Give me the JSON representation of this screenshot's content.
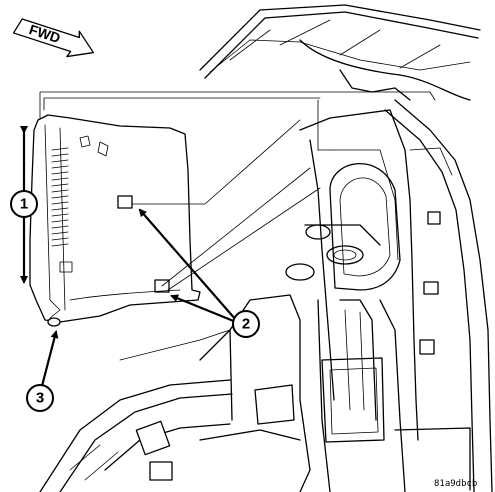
{
  "direction_label": "FWD",
  "callouts": [
    {
      "number": "1"
    },
    {
      "number": "2"
    },
    {
      "number": "3"
    }
  ],
  "figure_id": "81a9dbcb"
}
